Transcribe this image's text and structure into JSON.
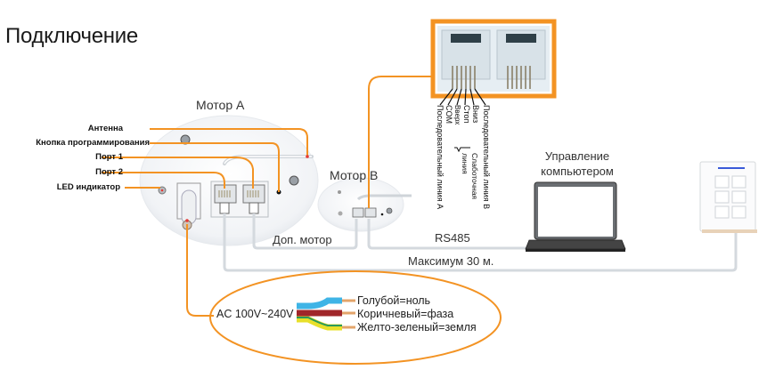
{
  "title": "Подключение",
  "motor_a": {
    "label": "Мотор А",
    "callouts": [
      {
        "name": "antenna",
        "label": "Антенна"
      },
      {
        "name": "program-button",
        "label": "Кнопка программирования"
      },
      {
        "name": "port-1",
        "label": "Порт 1"
      },
      {
        "name": "port-2",
        "label": "Порт 2"
      },
      {
        "name": "led-indicator",
        "label": "LED индикатор"
      }
    ]
  },
  "motor_b": {
    "label": "Мотор B"
  },
  "rj_jack": {
    "pins": [
      {
        "name": "serial-line-a",
        "label": "Последовательный линия A"
      },
      {
        "name": "com",
        "label": "COM"
      },
      {
        "name": "up",
        "label": "Вверх"
      },
      {
        "name": "stop",
        "label": "Стоп"
      },
      {
        "name": "down",
        "label": "Вниз"
      },
      {
        "name": "serial-line-b",
        "label": "Последовательный линия B"
      }
    ],
    "group_label": "Слаботочная линия"
  },
  "computer": {
    "label_line1": "Управление",
    "label_line2": "компьютером"
  },
  "connections": {
    "extra_motor": "Доп. мотор",
    "rs485": "RS485",
    "max_length": "Максимум 30 м."
  },
  "power": {
    "voltage": "AC 100V~240V",
    "wires": [
      {
        "name": "blue",
        "label": "Голубой=ноль",
        "color": "#3fb4e6"
      },
      {
        "name": "brown",
        "label": "Коричневый=фаза",
        "color": "#a0262a"
      },
      {
        "name": "yellow-green",
        "label": "Желто-зеленый=земля",
        "color": "#e8e02a",
        "stripe": "#2a9a5a"
      }
    ]
  },
  "colors": {
    "accent": "#f39323",
    "cable": "#d8dde2",
    "text": "#222222"
  }
}
